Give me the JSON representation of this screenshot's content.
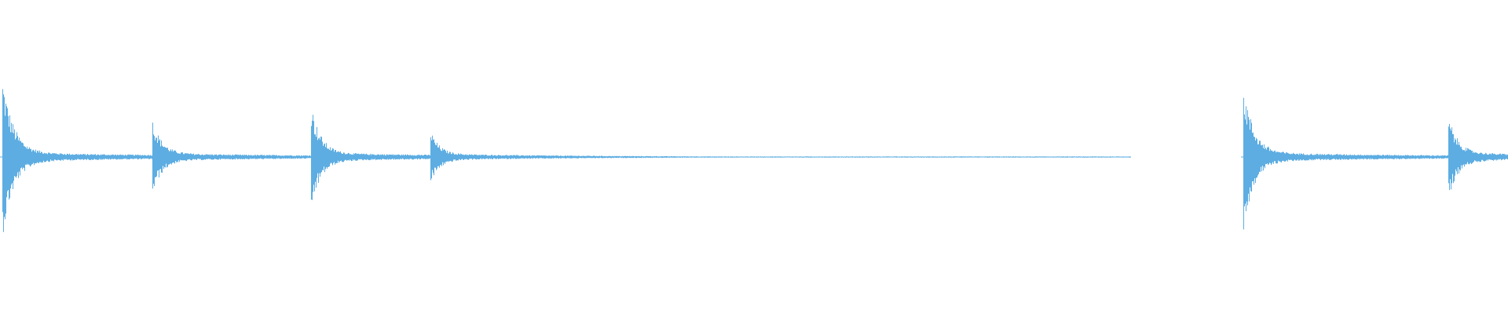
{
  "waveform": {
    "color": "#5dade2",
    "background": "#ffffff",
    "duration_fraction_visible": 1.0,
    "onsets": [
      {
        "at": 0.0015,
        "peak": 0.86,
        "decay": 0.55,
        "sustain": 0.05
      },
      {
        "at": 0.101,
        "peak": 0.4,
        "decay": 0.45,
        "sustain": 0.04
      },
      {
        "at": 0.206,
        "peak": 0.58,
        "decay": 0.45,
        "sustain": 0.045
      },
      {
        "at": 0.285,
        "peak": 0.3,
        "decay": 0.4,
        "sustain": 0.035
      },
      {
        "at": 0.824,
        "peak": 0.83,
        "decay": 0.5,
        "sustain": 0.05
      },
      {
        "at": 0.96,
        "peak": 0.46,
        "decay": 0.45,
        "sustain": 0.045
      }
    ],
    "silence_from": 0.75,
    "silence_to": 0.823,
    "tail_fade_end": 0.75
  }
}
